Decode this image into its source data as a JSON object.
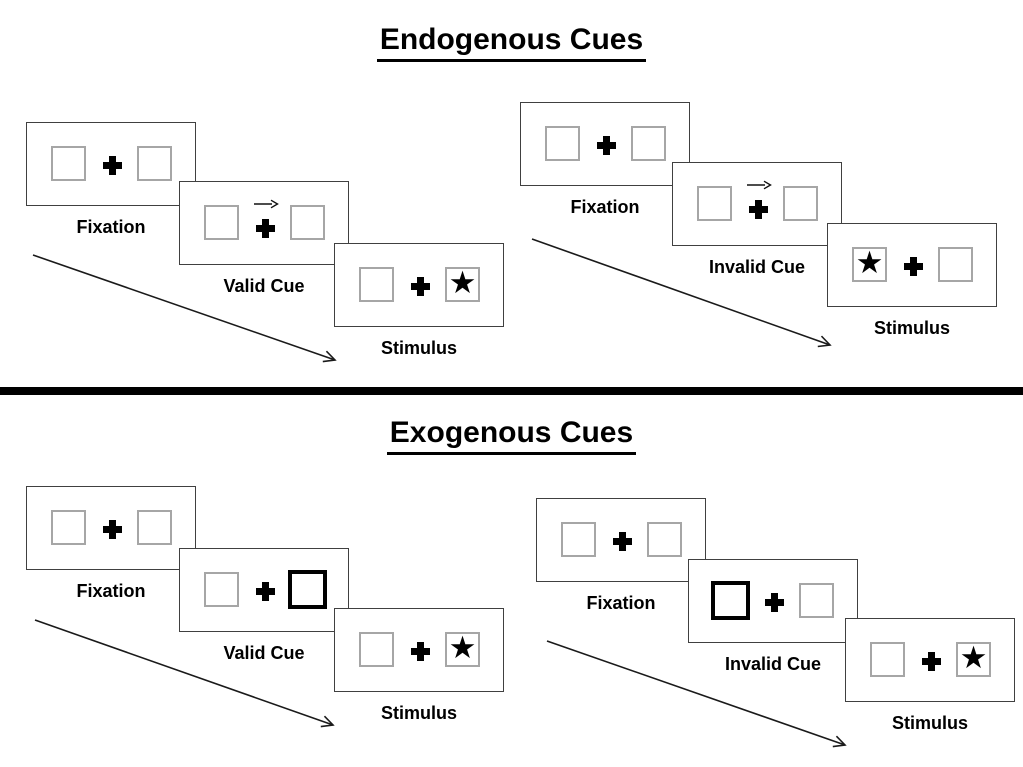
{
  "diagram": {
    "colors": {
      "ink": "#000000",
      "box_border": "#a6a6a6",
      "panel_border": "#404040",
      "background": "#ffffff"
    },
    "icons": {
      "fixation-cross": "+",
      "cue-direction-arrow": "→",
      "target-star": "★",
      "trial-timeline-arrow": "↘"
    },
    "sections": [
      {
        "title": "Endogenous Cues",
        "groups": [
          {
            "name": "valid-trial",
            "panels": [
              {
                "label": "Fixation",
                "kind": "fixation",
                "left_box": "empty",
                "right_box": "empty"
              },
              {
                "label": "Valid Cue",
                "kind": "cue",
                "cue": "central-arrow-right",
                "left_box": "empty",
                "right_box": "empty"
              },
              {
                "label": "Stimulus",
                "kind": "stimulus",
                "left_box": "empty",
                "right_box": "star"
              }
            ]
          },
          {
            "name": "invalid-trial",
            "panels": [
              {
                "label": "Fixation",
                "kind": "fixation",
                "left_box": "empty",
                "right_box": "empty"
              },
              {
                "label": "Invalid Cue",
                "kind": "cue",
                "cue": "central-arrow-right",
                "left_box": "empty",
                "right_box": "empty"
              },
              {
                "label": "Stimulus",
                "kind": "stimulus",
                "left_box": "star",
                "right_box": "empty"
              }
            ]
          }
        ]
      },
      {
        "title": "Exogenous Cues",
        "groups": [
          {
            "name": "valid-trial",
            "panels": [
              {
                "label": "Fixation",
                "kind": "fixation",
                "left_box": "empty",
                "right_box": "empty"
              },
              {
                "label": "Valid Cue",
                "kind": "cue",
                "cue": "peripheral-highlight-right",
                "left_box": "empty",
                "right_box": "highlight"
              },
              {
                "label": "Stimulus",
                "kind": "stimulus",
                "left_box": "empty",
                "right_box": "star"
              }
            ]
          },
          {
            "name": "invalid-trial",
            "panels": [
              {
                "label": "Fixation",
                "kind": "fixation",
                "left_box": "empty",
                "right_box": "empty"
              },
              {
                "label": "Invalid Cue",
                "kind": "cue",
                "cue": "peripheral-highlight-left",
                "left_box": "highlight",
                "right_box": "empty"
              },
              {
                "label": "Stimulus",
                "kind": "stimulus",
                "left_box": "empty",
                "right_box": "star"
              }
            ]
          }
        ]
      }
    ]
  }
}
